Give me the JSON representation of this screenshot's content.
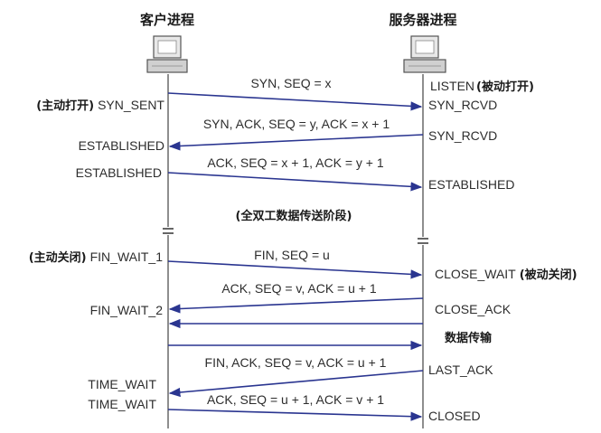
{
  "headers": {
    "client": "客户进程",
    "server": "服务器进程"
  },
  "left_labels": {
    "syn_sent_prefix": "(主动打开)",
    "syn_sent": "SYN_SENT",
    "established_1": "ESTABLISHED",
    "established_2": "ESTABLISHED",
    "fin_wait_1_prefix": "(主动关闭)",
    "fin_wait_1": "FIN_WAIT_1",
    "fin_wait_2": "FIN_WAIT_2",
    "time_wait_1": "TIME_WAIT",
    "time_wait_2": "TIME_WAIT"
  },
  "right_labels": {
    "listen": "LISTEN",
    "listen_suffix": "(被动打开)",
    "syn_rcvd_1": "SYN_RCVD",
    "syn_rcvd_2": "SYN_RCVD",
    "established": "ESTABLISHED",
    "close_wait": "CLOSE_WAIT",
    "close_wait_suffix": "(被动关闭)",
    "close_ack": "CLOSE_ACK",
    "data_transfer": "数据传输",
    "last_ack": "LAST_ACK",
    "closed": "CLOSED"
  },
  "middle": {
    "full_duplex": "(全双工数据传送阶段)"
  },
  "messages": [
    {
      "label": "SYN, SEQ = x"
    },
    {
      "label": "SYN, ACK, SEQ = y, ACK = x + 1"
    },
    {
      "label": "ACK, SEQ = x + 1, ACK = y + 1"
    },
    {
      "label": "FIN, SEQ = u"
    },
    {
      "label": "ACK, SEQ = v, ACK = u + 1"
    },
    {
      "label": "FIN, ACK, SEQ = v, ACK = u + 1"
    },
    {
      "label": "ACK, SEQ = u + 1, ACK = v + 1"
    }
  ],
  "colors": {
    "arrow": "#2a3590",
    "line": "#444444",
    "text": "#2d2d2d"
  }
}
